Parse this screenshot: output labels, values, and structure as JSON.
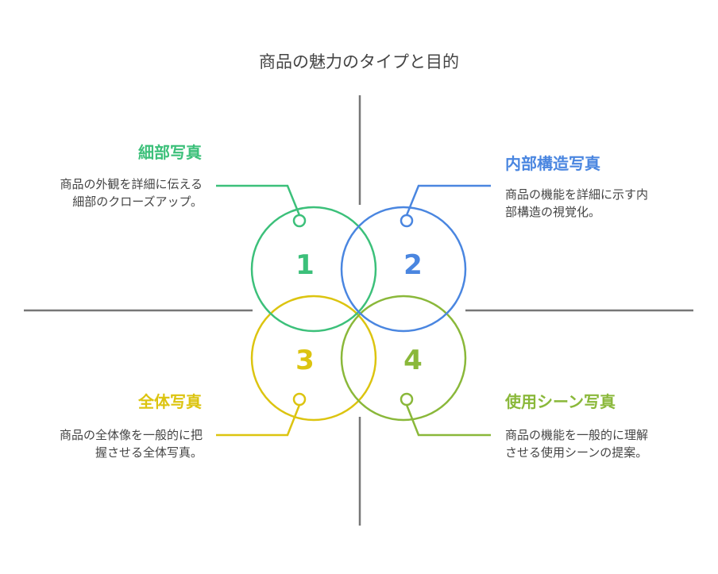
{
  "title": "商品の魅力のタイプと目的",
  "items": [
    {
      "num": "1",
      "heading": "細部写真",
      "desc": "商品の外観を詳細に伝える細部のクローズアップ。",
      "color": "#3cc07a"
    },
    {
      "num": "2",
      "heading": "内部構造写真",
      "desc": "商品の機能を詳細に示す内部構造の視覚化。",
      "color": "#4a86e0"
    },
    {
      "num": "3",
      "heading": "全体写真",
      "desc": "商品の全体像を一般的に把握させる全体写真。",
      "color": "#dcc410"
    },
    {
      "num": "4",
      "heading": "使用シーン写真",
      "desc": "商品の機能を一般的に理解させる使用シーンの提案。",
      "color": "#8ab83a"
    }
  ]
}
